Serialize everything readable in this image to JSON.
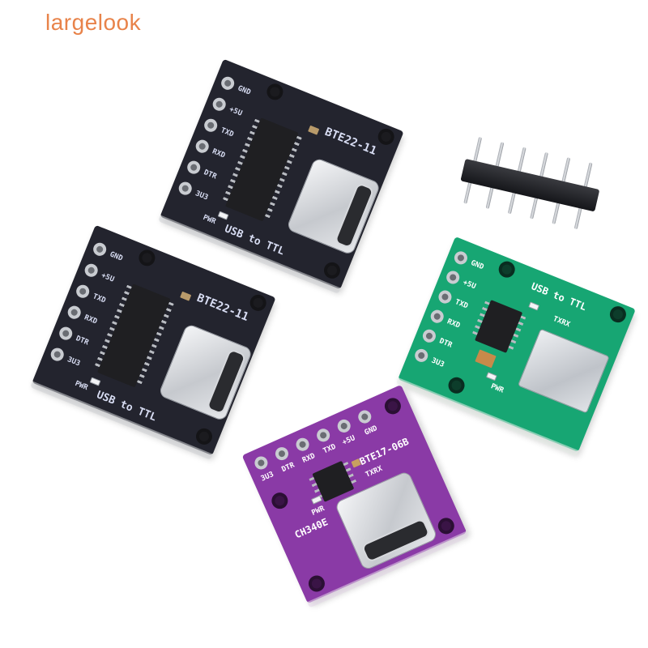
{
  "watermark": {
    "text": "largelook",
    "color": "#e8834a"
  },
  "colors": {
    "background": "#ffffff",
    "black_pcb": "#23242e",
    "green_pcb": "#17a673",
    "purple_pcb": "#8a3aa6",
    "silkscreen": "#d7dcf2"
  },
  "boards": [
    {
      "id": "black-board-top",
      "pcb_color": "#23242e",
      "title": "BTE22-11",
      "subtitle": "USB to TTL",
      "pins": [
        "GND",
        "+5U",
        "TXD",
        "RXD",
        "DTR",
        "3U3"
      ],
      "extra_label": "PWR",
      "connector": "USB Type-C"
    },
    {
      "id": "black-board-left",
      "pcb_color": "#23242e",
      "title": "BTE22-11",
      "subtitle": "USB to TTL",
      "pins": [
        "GND",
        "+5U",
        "TXD",
        "RXD",
        "DTR",
        "3U3"
      ],
      "extra_label": "PWR",
      "connector": "USB Type-C"
    },
    {
      "id": "green-board",
      "pcb_color": "#17a673",
      "title": "USB to TTL",
      "pins": [
        "GND",
        "+5U",
        "TXD",
        "RXD",
        "DTR",
        "3U3"
      ],
      "extra_labels": [
        "TXRX",
        "PWR"
      ],
      "connector": "Micro USB"
    },
    {
      "id": "purple-board",
      "pcb_color": "#8a3aa6",
      "title": "BTE17-06B",
      "subtitle": "CH340E",
      "pins": [
        "GND",
        "+5U",
        "TXD",
        "RXD",
        "DTR",
        "3U3"
      ],
      "extra_labels": [
        "TXRX",
        "PWR"
      ],
      "connector": "USB Type-C"
    }
  ],
  "pin_header": {
    "pin_count": 6,
    "color": "#1c1d22"
  }
}
